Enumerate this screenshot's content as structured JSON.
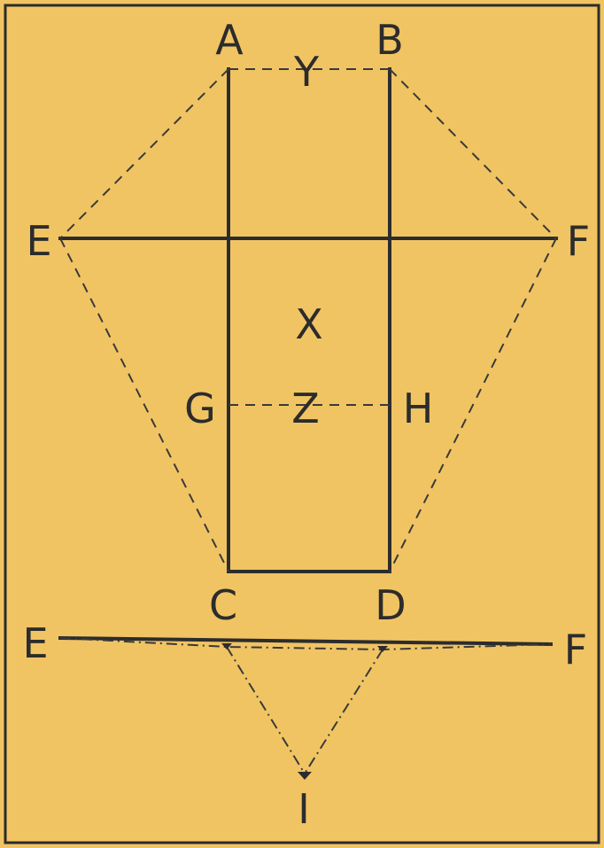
{
  "diagram": {
    "background": "#f1c463",
    "ink": "#2c2c2c",
    "labels": {
      "A": "A",
      "B": "B",
      "C": "C",
      "D": "D",
      "E_top": "E",
      "F_top": "F",
      "G": "G",
      "H": "H",
      "X": "X",
      "Y": "Y",
      "Z": "Z",
      "E_bottom": "E",
      "F_bottom": "F",
      "I": "I"
    }
  }
}
